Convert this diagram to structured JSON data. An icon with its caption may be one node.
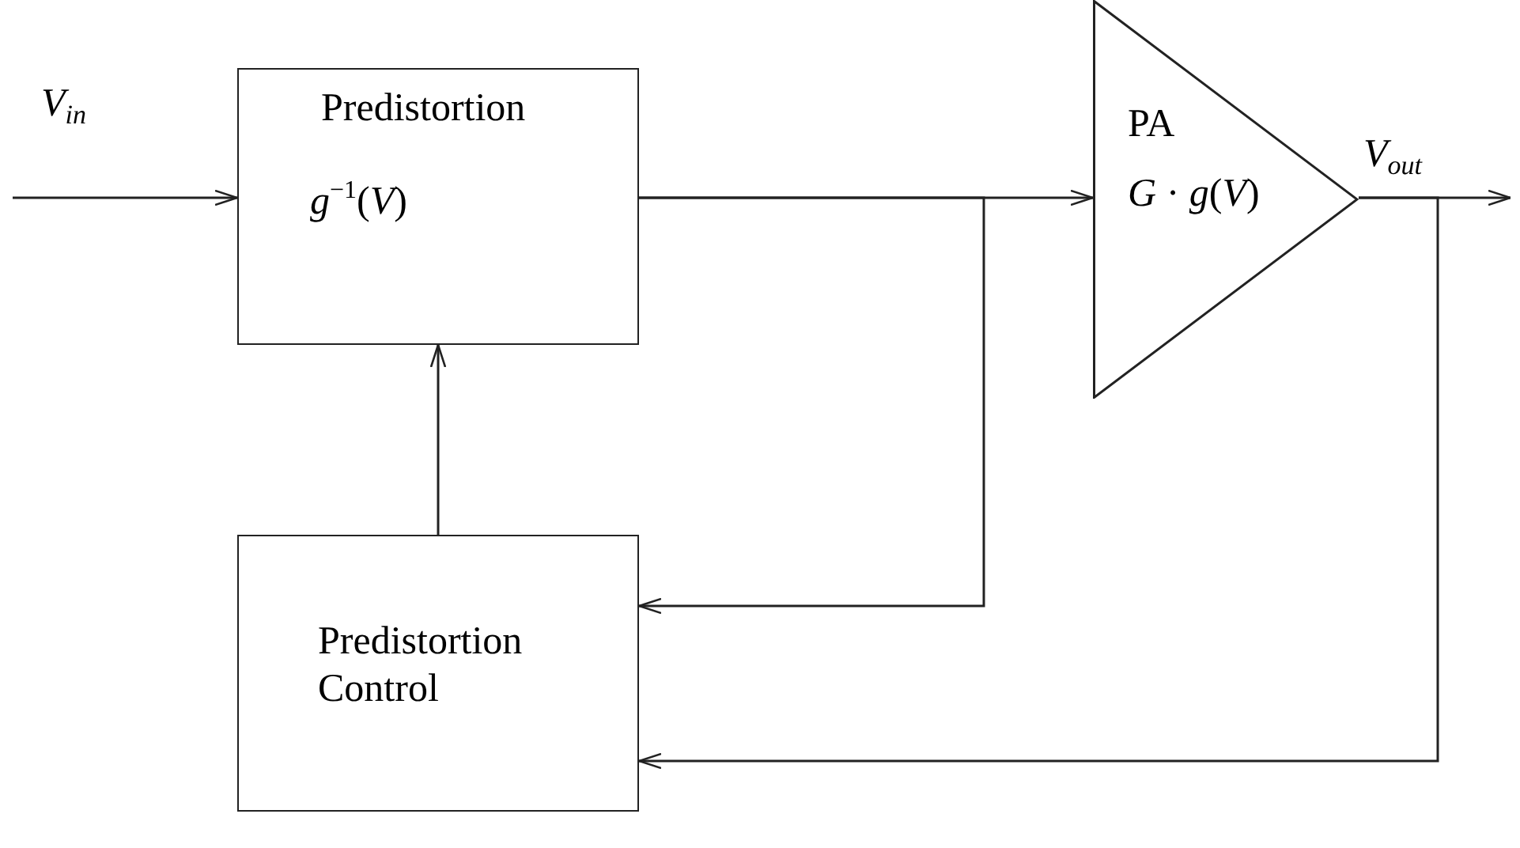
{
  "diagram": {
    "nodes": [
      {
        "text": [
          "Predistortion",
          "*g*$^{−1}$(*V*)"
        ]
      },
      {
        "text": [
          "PA",
          "*G* · *g*(*V*)"
        ]
      },
      {
        "text": [
          "Predistortion Control"
        ]
      }
    ],
    "edges": [
      {
        "from": null,
        "to": 0,
        "arrow": "to",
        "label": "*V*$_{in}$"
      },
      {
        "from": 0,
        "to": 1,
        "arrow": "to"
      },
      {
        "from": 0,
        "to": 2,
        "arrow": "to"
      },
      {
        "from": 2,
        "to": 0,
        "arrow": "to"
      },
      {
        "from": 1,
        "to": null,
        "arrow": "to",
        "label": "*V*$_{out}$"
      },
      {
        "from": 1,
        "to": 2,
        "arrow": "to"
      }
    ]
  }
}
